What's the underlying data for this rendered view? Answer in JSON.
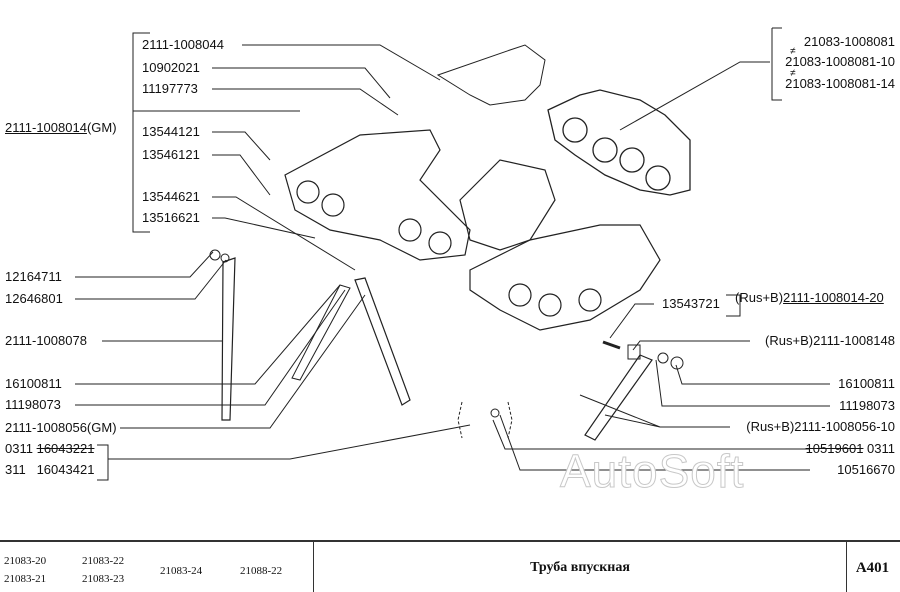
{
  "left_group": {
    "assembly": {
      "code": "2111-1008014",
      "suffix": "(GM)"
    },
    "upper": [
      "2111-1008044",
      "10902021",
      "11197773"
    ],
    "lower": [
      "13544121",
      "13546121",
      "13544621",
      "13516621"
    ]
  },
  "left_parts": [
    "12164711",
    "12646801",
    "2111-1008078",
    "16100811",
    "11198073",
    "2111-1008056(GM)"
  ],
  "left_alt": {
    "a_prefix": "0311",
    "a_code": "16043221",
    "b_prefix": "311",
    "b_code": "16043421"
  },
  "gasket": {
    "codes": [
      "21083-1008081",
      "21083-1008081-10",
      "21083-1008081-14"
    ],
    "neq": "≠"
  },
  "right_parts": {
    "stud": "13543721",
    "assembly_prefix": "(Rus+B)",
    "assembly_code": "2111-1008014-20",
    "bushing": "(Rus+B)2111-1008148",
    "nut": "16100811",
    "washer": "11198073",
    "bracket": "(Rus+B)2111-1008056-10",
    "bolt_old": "10519601",
    "bolt_suffix": " 0311",
    "bolt": "10516670"
  },
  "watermark": "AutoSoft",
  "footer": {
    "models": [
      "21083-20",
      "21083-21",
      "21083-22",
      "21083-23",
      "21083-24",
      "21088-22"
    ],
    "title": "Труба впускная",
    "code": "A401"
  }
}
